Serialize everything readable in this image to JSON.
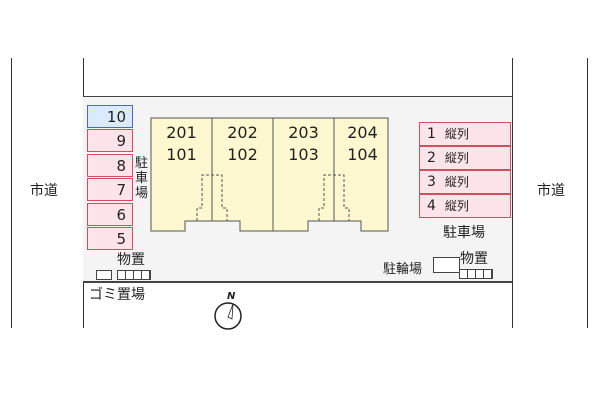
{
  "roads": {
    "left": "市道",
    "right": "市道"
  },
  "left_parking": {
    "slots": [
      "10",
      "9",
      "8",
      "7",
      "6",
      "5"
    ],
    "label": "駐車場"
  },
  "units": [
    {
      "upper": "201",
      "lower": "101"
    },
    {
      "upper": "202",
      "lower": "102"
    },
    {
      "upper": "203",
      "lower": "103"
    },
    {
      "upper": "204",
      "lower": "104"
    }
  ],
  "right_parking": {
    "slots": [
      {
        "num": "1",
        "type": "縦列"
      },
      {
        "num": "2",
        "type": "縦列"
      },
      {
        "num": "3",
        "type": "縦列"
      },
      {
        "num": "4",
        "type": "縦列"
      }
    ],
    "label": "駐車場"
  },
  "storage_left": "物置",
  "garbage": "ゴミ置場",
  "bicycle": "駐輪場",
  "storage_right": "物置",
  "compass": "N",
  "colors": {
    "slot": "#fde4ea",
    "slot_highlight": "#dbeafc",
    "building": "#fdf8cf"
  }
}
